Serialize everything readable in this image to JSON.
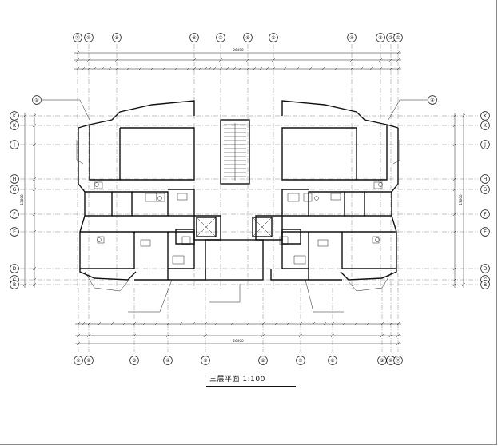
{
  "drawing": {
    "title": "三层平面 1:100"
  },
  "axes": {
    "top_labels": [
      "⑪",
      "⑩",
      "⑨",
      "⑧",
      "⑦",
      "⑥",
      "⑤",
      "④",
      "③",
      "②",
      "①"
    ],
    "bottom_labels": [
      "①",
      "②",
      "③",
      "④",
      "⑤",
      "⑥",
      "⑦",
      "⑧",
      "⑨",
      "⑩",
      "⑪"
    ],
    "left_labels": [
      "K",
      "K",
      "J",
      "H",
      "G",
      "F",
      "E",
      "D",
      "C",
      "B",
      "A"
    ],
    "right_labels": [
      "K",
      "K",
      "J",
      "H",
      "G",
      "F",
      "E",
      "D",
      "C",
      "B",
      "A"
    ],
    "detail_marks": [
      "①",
      "④"
    ]
  },
  "dimensions": {
    "top_overall": "26400",
    "bottom_overall": "26400",
    "left_overall": "13000",
    "right_overall": "13000"
  }
}
